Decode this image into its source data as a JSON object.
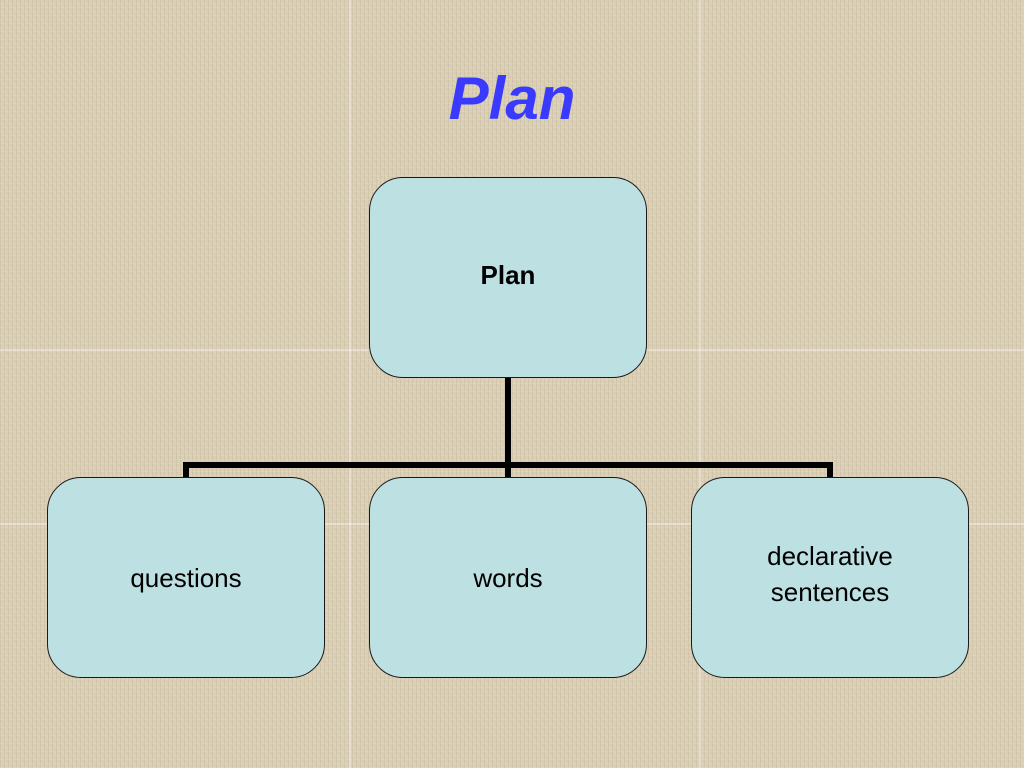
{
  "slide": {
    "title": "Plan",
    "title_color": "#3a3aff"
  },
  "diagram": {
    "type": "hierarchy",
    "root": {
      "label": "Plan"
    },
    "children": [
      {
        "label": "questions"
      },
      {
        "label": "words"
      },
      {
        "label": "declarative sentences"
      }
    ],
    "node_fill": "#bde0e3",
    "connector_color": "#000000"
  }
}
